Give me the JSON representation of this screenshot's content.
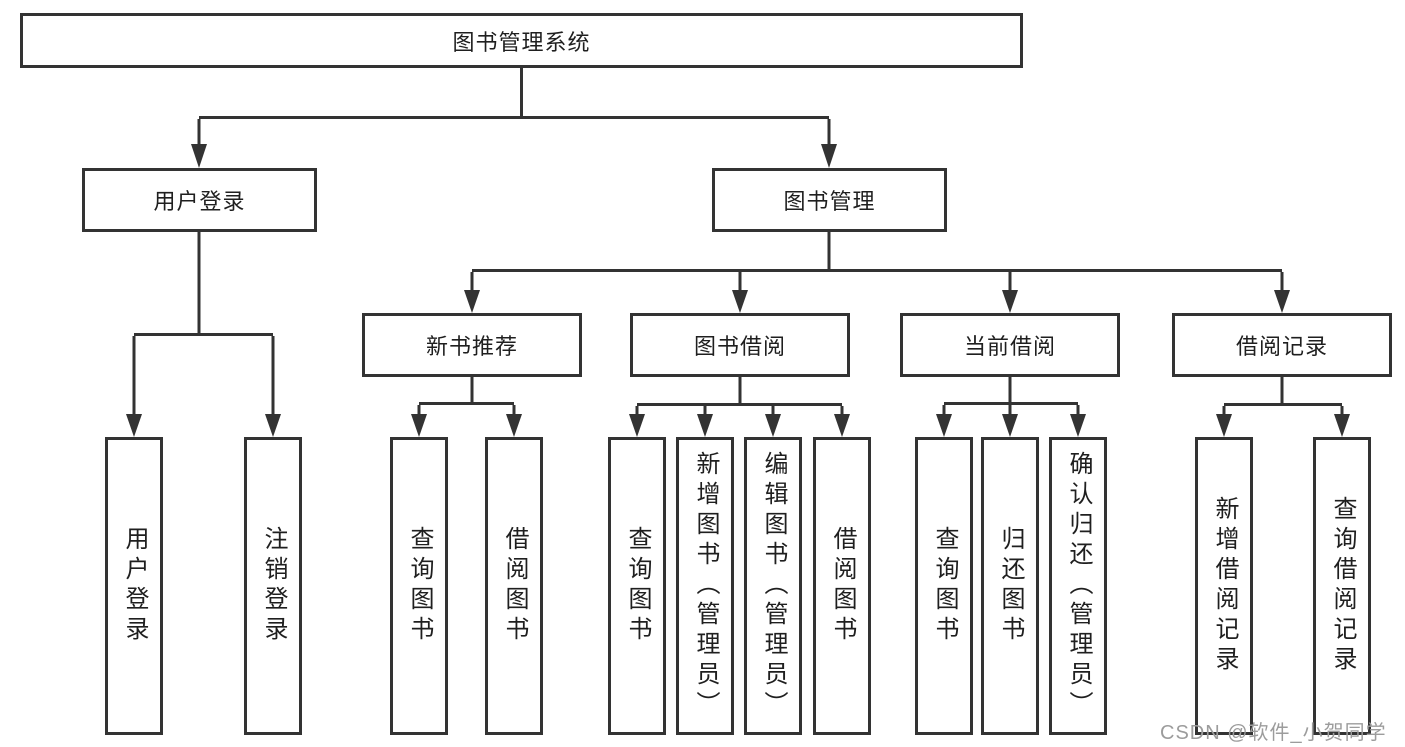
{
  "diagram": {
    "root": {
      "label": "图书管理系统"
    },
    "level2": {
      "user_login": {
        "label": "用户登录"
      },
      "book_management": {
        "label": "图书管理"
      }
    },
    "level3": {
      "new_book_recommend": {
        "label": "新书推荐"
      },
      "book_borrow": {
        "label": "图书借阅"
      },
      "current_borrow": {
        "label": "当前借阅"
      },
      "borrow_records": {
        "label": "借阅记录"
      }
    },
    "leaves": {
      "user_login_group": [
        {
          "label": "用户登录"
        },
        {
          "label": "注销登录"
        }
      ],
      "new_book_group": [
        {
          "label": "查询图书"
        },
        {
          "label": "借阅图书"
        }
      ],
      "book_borrow_group": [
        {
          "label": "查询图书"
        },
        {
          "label": "新增图书（管理员）"
        },
        {
          "label": "编辑图书（管理员）"
        },
        {
          "label": "借阅图书"
        }
      ],
      "current_borrow_group": [
        {
          "label": "查询图书"
        },
        {
          "label": "归还图书"
        },
        {
          "label": "确认归还（管理员）"
        }
      ],
      "borrow_records_group": [
        {
          "label": "新增借阅记录"
        },
        {
          "label": "查询借阅记录"
        }
      ]
    }
  },
  "watermark": {
    "text": "CSDN @软件_小贺同学"
  },
  "colors": {
    "line": "#333333",
    "text": "#1f1f1f",
    "watermark": "#9c9c9c",
    "background": "#ffffff"
  }
}
